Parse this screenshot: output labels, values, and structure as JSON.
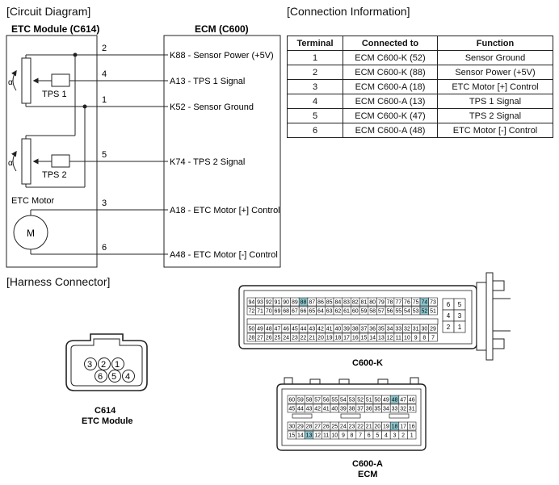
{
  "headings": {
    "circuit": "[Circuit Diagram]",
    "connection": "[Connection Information]",
    "harness": "[Harness Connector]"
  },
  "etc_module": {
    "title": "ETC Module (C614)",
    "tps1": "TPS 1",
    "tps2": "TPS 2",
    "alpha": "α",
    "motor_label": "ETC Motor",
    "motor_symbol": "M"
  },
  "ecm": {
    "title": "ECM (C600)",
    "pins": [
      {
        "wire": "2",
        "label": "K88 - Sensor Power (+5V)"
      },
      {
        "wire": "4",
        "label": "A13 - TPS 1 Signal"
      },
      {
        "wire": "1",
        "label": "K52 - Sensor Ground"
      },
      {
        "wire": "5",
        "label": "K74 - TPS 2 Signal"
      },
      {
        "wire": "3",
        "label": "A18 - ETC Motor [+] Control"
      },
      {
        "wire": "6",
        "label": "A48 - ETC Motor [-] Control"
      }
    ]
  },
  "connection_table": {
    "headers": [
      "Terminal",
      "Connected to",
      "Function"
    ],
    "rows": [
      [
        "1",
        "ECM C600-K (52)",
        "Sensor Ground"
      ],
      [
        "2",
        "ECM C600-K (88)",
        "Sensor Power (+5V)"
      ],
      [
        "3",
        "ECM C600-A (18)",
        "ETC Motor [+] Control"
      ],
      [
        "4",
        "ECM C600-A (13)",
        "TPS 1 Signal"
      ],
      [
        "5",
        "ECM C600-K (47)",
        "TPS 2 Signal"
      ],
      [
        "6",
        "ECM C600-A (48)",
        "ETC Motor [-] Control"
      ]
    ]
  },
  "c614": {
    "name": "C614",
    "desc": "ETC Module",
    "top_pins": [
      "3",
      "2",
      "1"
    ],
    "bottom_pins": [
      "6",
      "5",
      "4"
    ]
  },
  "c600k": {
    "name": "C600-K",
    "rows": [
      [
        "94",
        "93",
        "92",
        "91",
        "90",
        "89",
        "88",
        "87",
        "86",
        "85",
        "84",
        "83",
        "82",
        "81",
        "80",
        "79",
        "78",
        "77",
        "76",
        "75",
        "74",
        "73"
      ],
      [
        "72",
        "71",
        "70",
        "69",
        "68",
        "67",
        "66",
        "65",
        "64",
        "63",
        "62",
        "61",
        "60",
        "59",
        "58",
        "57",
        "56",
        "55",
        "54",
        "53",
        "52",
        "51"
      ],
      [
        "50",
        "49",
        "48",
        "47",
        "46",
        "45",
        "44",
        "43",
        "42",
        "41",
        "40",
        "39",
        "38",
        "37",
        "36",
        "35",
        "34",
        "33",
        "32",
        "31",
        "30",
        "29"
      ],
      [
        "28",
        "27",
        "26",
        "25",
        "24",
        "23",
        "22",
        "21",
        "20",
        "19",
        "18",
        "17",
        "16",
        "15",
        "14",
        "13",
        "12",
        "11",
        "10",
        "9",
        "8",
        "7"
      ]
    ],
    "side": [
      [
        "6",
        "5"
      ],
      [
        "4",
        "3"
      ],
      [
        "2",
        "1"
      ]
    ],
    "highlight": [
      "88",
      "74",
      "52"
    ]
  },
  "c600a": {
    "name": "C600-A",
    "desc": "ECM",
    "rows": [
      [
        "60",
        "59",
        "58",
        "57",
        "56",
        "55",
        "54",
        "53",
        "52",
        "51",
        "50",
        "49",
        "48",
        "47",
        "46"
      ],
      [
        "45",
        "44",
        "43",
        "42",
        "41",
        "40",
        "39",
        "38",
        "37",
        "36",
        "35",
        "34",
        "33",
        "32",
        "31"
      ],
      [
        "30",
        "29",
        "28",
        "27",
        "26",
        "25",
        "24",
        "23",
        "22",
        "21",
        "20",
        "19",
        "18",
        "17",
        "16"
      ],
      [
        "15",
        "14",
        "13",
        "12",
        "11",
        "10",
        "9",
        "8",
        "7",
        "6",
        "5",
        "4",
        "3",
        "2",
        "1"
      ]
    ],
    "highlight": [
      "48",
      "18",
      "13"
    ]
  },
  "colors": {
    "highlight": "#8cc7cf",
    "line": "#222222"
  }
}
